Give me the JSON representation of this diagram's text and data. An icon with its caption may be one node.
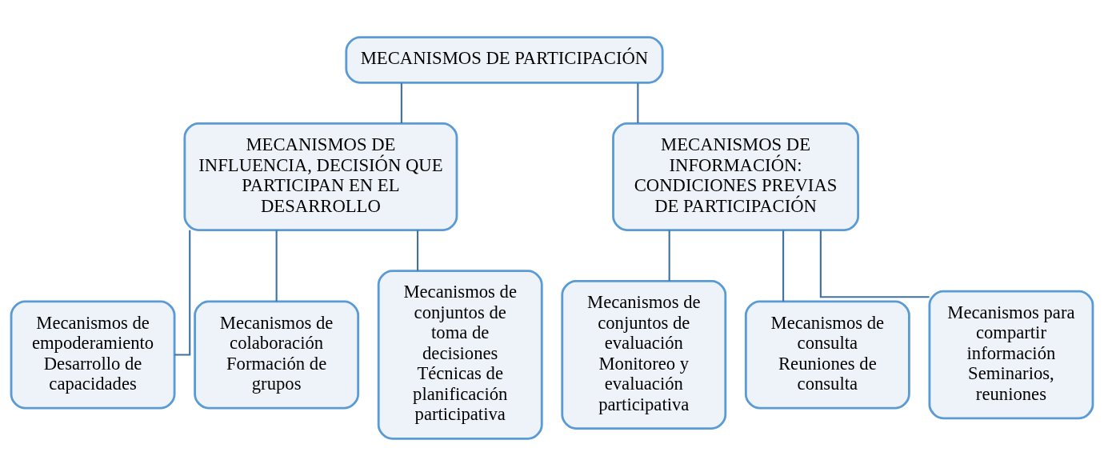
{
  "diagram": {
    "nodes": [
      {
        "text": [
          "MECANISMOS DE PARTICIPACIÓN"
        ]
      },
      {
        "text": [
          "MECANISMOS DE INFLUENCIA, DECISIÓN QUE PARTICIPAN EN EL DESARROLLO"
        ]
      },
      {
        "text": [
          "MECANISMOS DE INFORMACIÓN: CONDICIONES PREVIAS DE PARTICIPACIÓN"
        ]
      },
      {
        "text": [
          "Mecanismos de empoderamiento",
          "Desarrollo de capacidades"
        ]
      },
      {
        "text": [
          "Mecanismos de colaboración",
          "Formación de grupos"
        ]
      },
      {
        "text": [
          "Mecanismos de conjuntos de toma de decisiones",
          "Técnicas de planificación participativa"
        ]
      },
      {
        "text": [
          "Mecanismos de conjuntos de evaluación",
          "Monitoreo y evaluación participativa"
        ]
      },
      {
        "text": [
          "Mecanismos de consulta",
          "Reuniones de consulta"
        ]
      },
      {
        "text": [
          "Mecanismos para compartir información",
          "Seminarios, reuniones"
        ]
      }
    ],
    "edges": [
      {
        "from": 0,
        "to": 1,
        "arrow": "none"
      },
      {
        "from": 0,
        "to": 2,
        "arrow": "none"
      },
      {
        "from": 1,
        "to": 3,
        "arrow": "none"
      },
      {
        "from": 1,
        "to": 4,
        "arrow": "none"
      },
      {
        "from": 1,
        "to": 5,
        "arrow": "none"
      },
      {
        "from": 2,
        "to": 6,
        "arrow": "none"
      },
      {
        "from": 2,
        "to": 7,
        "arrow": "none"
      },
      {
        "from": 2,
        "to": 8,
        "arrow": "none"
      }
    ]
  }
}
